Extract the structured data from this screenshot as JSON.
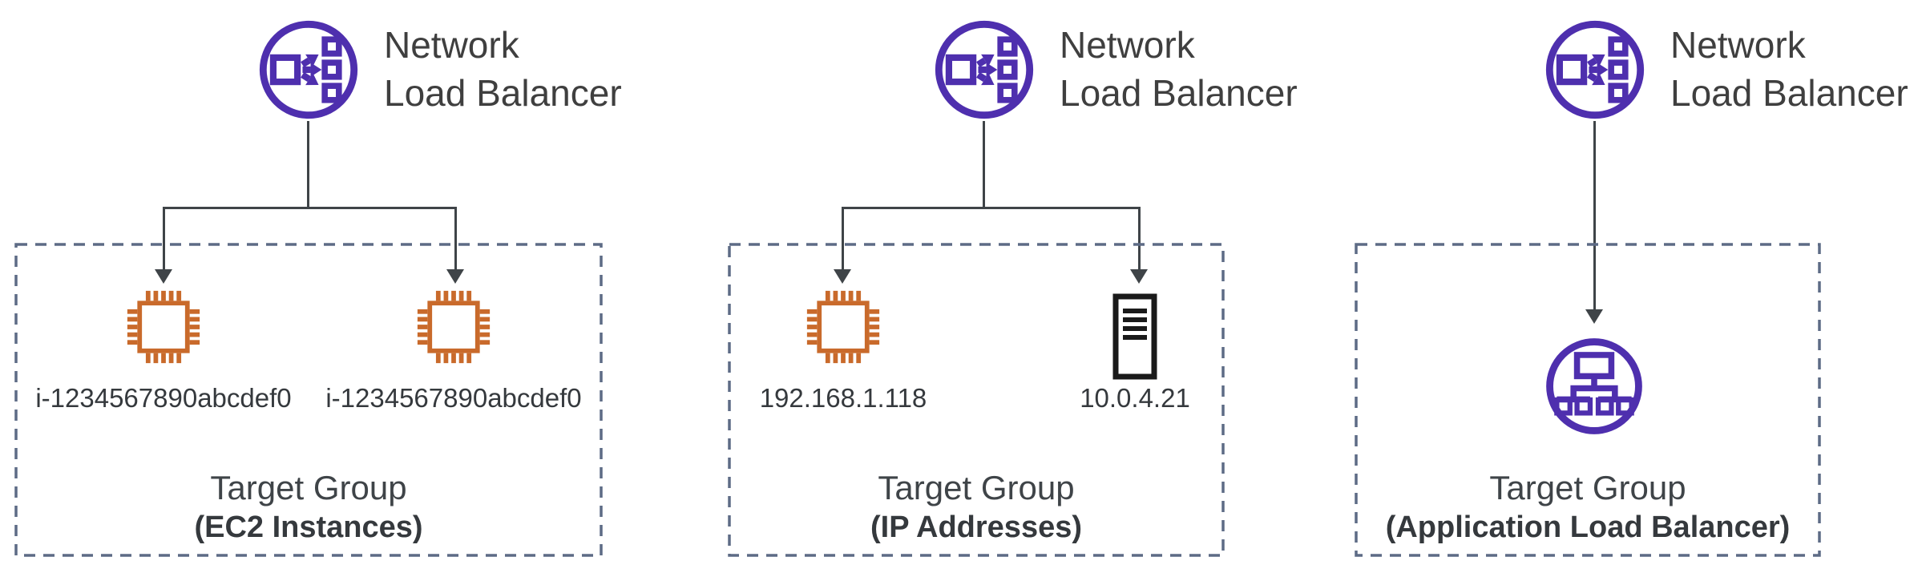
{
  "diagram": {
    "description": "Three Network Load Balancer target group configurations",
    "colors": {
      "load_balancer_purple": "#4E2FAE",
      "ec2_orange": "#C96A2B",
      "server_black": "#1A1A1A",
      "connector_line": "#3F4448",
      "dashed_box_border": "#5D6B85",
      "text_dark_gray": "#3F3F3F",
      "background": "#FFFFFF"
    },
    "columns": [
      {
        "load_balancer": {
          "icon": "network-load-balancer-icon",
          "label_line1": "Network",
          "label_line2": "Load Balancer"
        },
        "target_group": {
          "title": "Target Group",
          "type_label": "(EC2 Instances)",
          "targets": [
            {
              "kind": "ec2-instance",
              "icon": "ec2-instance-icon",
              "label": "i-1234567890abcdef0"
            },
            {
              "kind": "ec2-instance",
              "icon": "ec2-instance-icon",
              "label": "i-1234567890abcdef0"
            }
          ]
        }
      },
      {
        "load_balancer": {
          "icon": "network-load-balancer-icon",
          "label_line1": "Network",
          "label_line2": "Load Balancer"
        },
        "target_group": {
          "title": "Target Group",
          "type_label": "(IP Addresses)",
          "targets": [
            {
              "kind": "ec2-instance",
              "icon": "ec2-instance-icon",
              "label": "192.168.1.118"
            },
            {
              "kind": "server",
              "icon": "server-icon",
              "label": "10.0.4.21"
            }
          ]
        }
      },
      {
        "load_balancer": {
          "icon": "network-load-balancer-icon",
          "label_line1": "Network",
          "label_line2": "Load Balancer"
        },
        "target_group": {
          "title": "Target Group",
          "type_label": "(Application Load Balancer)",
          "targets": [
            {
              "kind": "application-load-balancer",
              "icon": "application-load-balancer-icon",
              "label": ""
            }
          ]
        }
      }
    ]
  }
}
